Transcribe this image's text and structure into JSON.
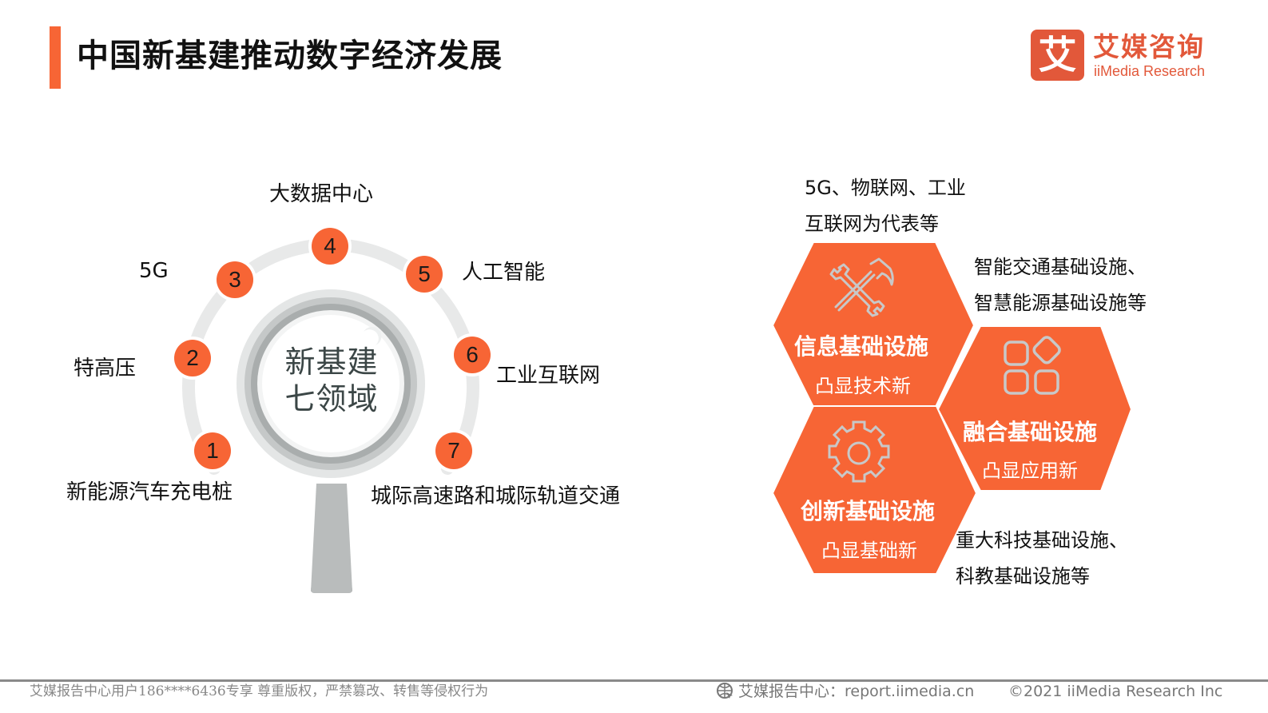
{
  "header": {
    "title": "中国新基建推动数字经济发展",
    "accent_color": "#f76535"
  },
  "logo": {
    "mark": "艾",
    "name_cn": "艾媒咨询",
    "name_en": "iiMedia Research",
    "color": "#e2583a"
  },
  "magnifier": {
    "center_line1": "新基建",
    "center_line2": "七领域",
    "items": [
      {
        "num": "1",
        "label": "新能源汽车充电桩"
      },
      {
        "num": "2",
        "label": "特高压"
      },
      {
        "num": "3",
        "label": "5G"
      },
      {
        "num": "4",
        "label": "大数据中心"
      },
      {
        "num": "5",
        "label": "人工智能"
      },
      {
        "num": "6",
        "label": "工业互联网"
      },
      {
        "num": "7",
        "label": "城际高速路和城际轨道交通"
      }
    ]
  },
  "hexagons": [
    {
      "icon": "tools-icon",
      "title": "信息基础设施",
      "subtitle": "凸显技术新",
      "desc_line1": "5G、物联网、工业",
      "desc_line2": "互联网为代表等"
    },
    {
      "icon": "apps-icon",
      "title": "融合基础设施",
      "subtitle": "凸显应用新",
      "desc_line1": "智能交通基础设施、",
      "desc_line2": "智慧能源基础设施等"
    },
    {
      "icon": "gear-icon",
      "title": "创新基础设施",
      "subtitle": "凸显基础新",
      "desc_line1": "重大科技基础设施、",
      "desc_line2": "科教基础设施等"
    }
  ],
  "colors": {
    "hex_fill": "#f76535",
    "ring": "#e8e9e9",
    "handle": "#b9bcbc",
    "text_dark": "#3b4646"
  },
  "footer": {
    "left": "艾媒报告中心用户186****6436专享 尊重版权，严禁篡改、转售等侵权行为",
    "mid": "艾媒报告中心：report.iimedia.cn",
    "right": "©2021  iiMedia Research  Inc"
  }
}
